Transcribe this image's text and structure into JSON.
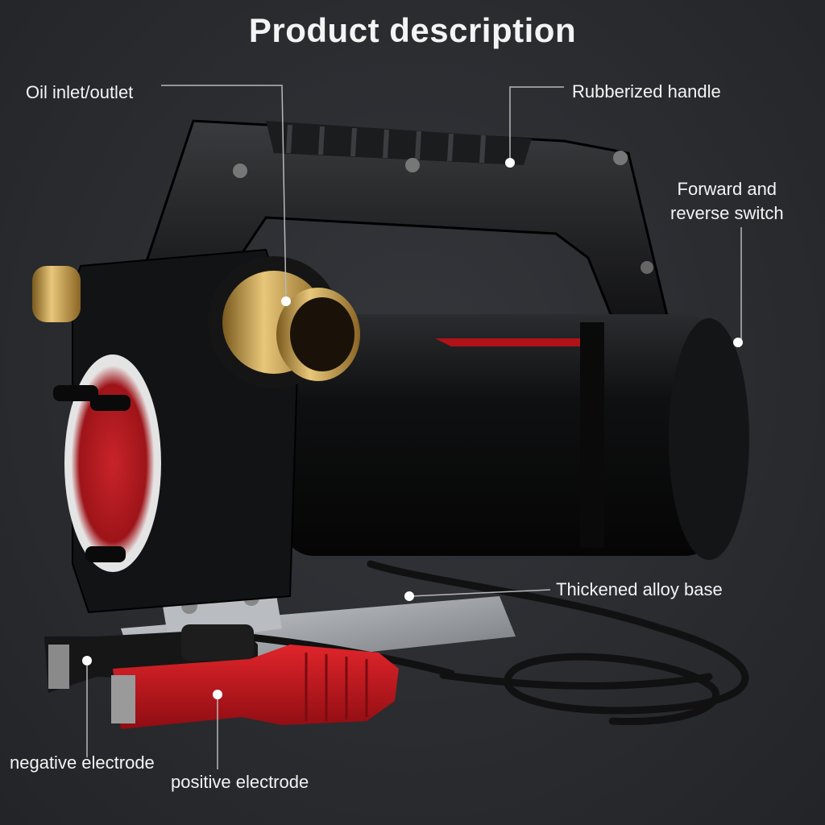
{
  "title": "Product description",
  "labels": {
    "oil_inlet_outlet": "Oil inlet/outlet",
    "rubberized_handle": "Rubberized handle",
    "switch_line1": "Forward and",
    "switch_line2": "reverse switch",
    "alloy_base": "Thickened alloy base",
    "negative": "negative electrode",
    "positive": "positive electrode"
  },
  "colors": {
    "background": "#2a2c30",
    "pump_body": "#0d0d0e",
    "brass": "#c9a24a",
    "red_clamp": "#c4161c",
    "leader_line": "#b8b8b8"
  }
}
